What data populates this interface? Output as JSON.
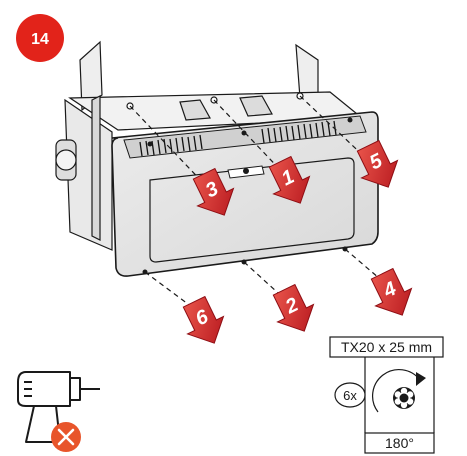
{
  "step": {
    "number": "14",
    "badge_color": "#e2231a"
  },
  "arrows": [
    {
      "label": "1"
    },
    {
      "label": "2"
    },
    {
      "label": "3"
    },
    {
      "label": "4"
    },
    {
      "label": "5"
    },
    {
      "label": "6"
    }
  ],
  "tool_spec": {
    "bit": "TX20 x 25 mm",
    "quantity": "6x",
    "angle": "180°"
  },
  "colors": {
    "accent": "#d42027",
    "line": "#1a1a1a",
    "housing": "#e6e6e6",
    "cross_badge": "#e8552b"
  },
  "icons": {
    "drill": "cordless-drill-icon",
    "no": "cross-icon",
    "torx": "torx-bit-icon",
    "rotation": "rotation-arrow-icon"
  }
}
